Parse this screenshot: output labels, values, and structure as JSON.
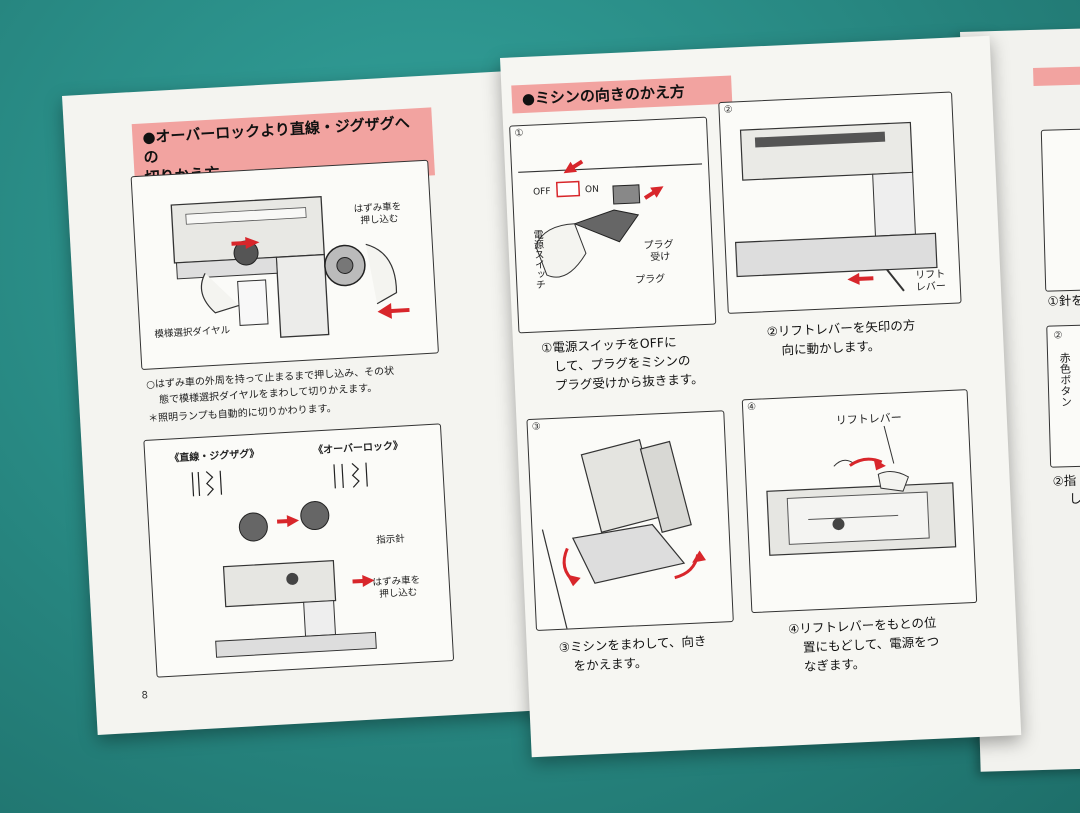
{
  "left_page": {
    "banner_line1": "●オーバーロックより直線・ジグザグへの",
    "banner_line2": "切りかえ方",
    "fig1_label_push": "はずみ車を",
    "fig1_label_push2": "押し込む",
    "fig1_label_dial": "模様選択ダイヤル",
    "note1_line1": "○はずみ車の外周を持って止まるまで押し込み、その状",
    "note1_line2": "態で模様選択ダイヤルをまわして切りかえます。",
    "note2": "＊照明ランプも自動的に切りかわります。",
    "fig2_label_straight": "《直線・ジグザグ》",
    "fig2_label_overlock": "《オーバーロック》",
    "fig2_label_indicator": "指示針",
    "fig2_label_push": "はずみ車を",
    "fig2_label_push2": "押し込む",
    "page_number": "8"
  },
  "right_page": {
    "banner": "●ミシンの向きのかえ方",
    "step1_num": "①",
    "step1_off": "OFF",
    "step1_on": "ON",
    "step1_switch": "電源スイッチ",
    "step1_plug_recv": "プラグ",
    "step1_plug_recv2": "受け",
    "step1_plug": "プラグ",
    "step1_cap_line1": "①電源スイッチをOFFに",
    "step1_cap_line2": "して、プラグをミシンの",
    "step1_cap_line3": "プラグ受けから抜きます。",
    "step2_num": "②",
    "step2_lever": "リフト",
    "step2_lever2": "レバー",
    "step2_cap_line1": "②リフトレバーを矢印の方",
    "step2_cap_line2": "向に動かします。",
    "step3_num": "③",
    "step3_cap_line1": "③ミシンをまわして、向き",
    "step3_cap_line2": "をかえます。",
    "step4_num": "④",
    "step4_lever": "リフトレバー",
    "step4_cap_line1": "④リフトレバーをもとの位",
    "step4_cap_line2": "置にもどして、電源をつ",
    "step4_cap_line3": "なぎます。"
  },
  "next_page": {
    "cap1": "①針を",
    "num2": "②",
    "red_button": "赤色ボタン",
    "cap2": "②指",
    "cap2b": "し"
  },
  "colors": {
    "banner": "#f2a3a0",
    "arrow": "#d8262b",
    "mat": "#2a8c86"
  }
}
